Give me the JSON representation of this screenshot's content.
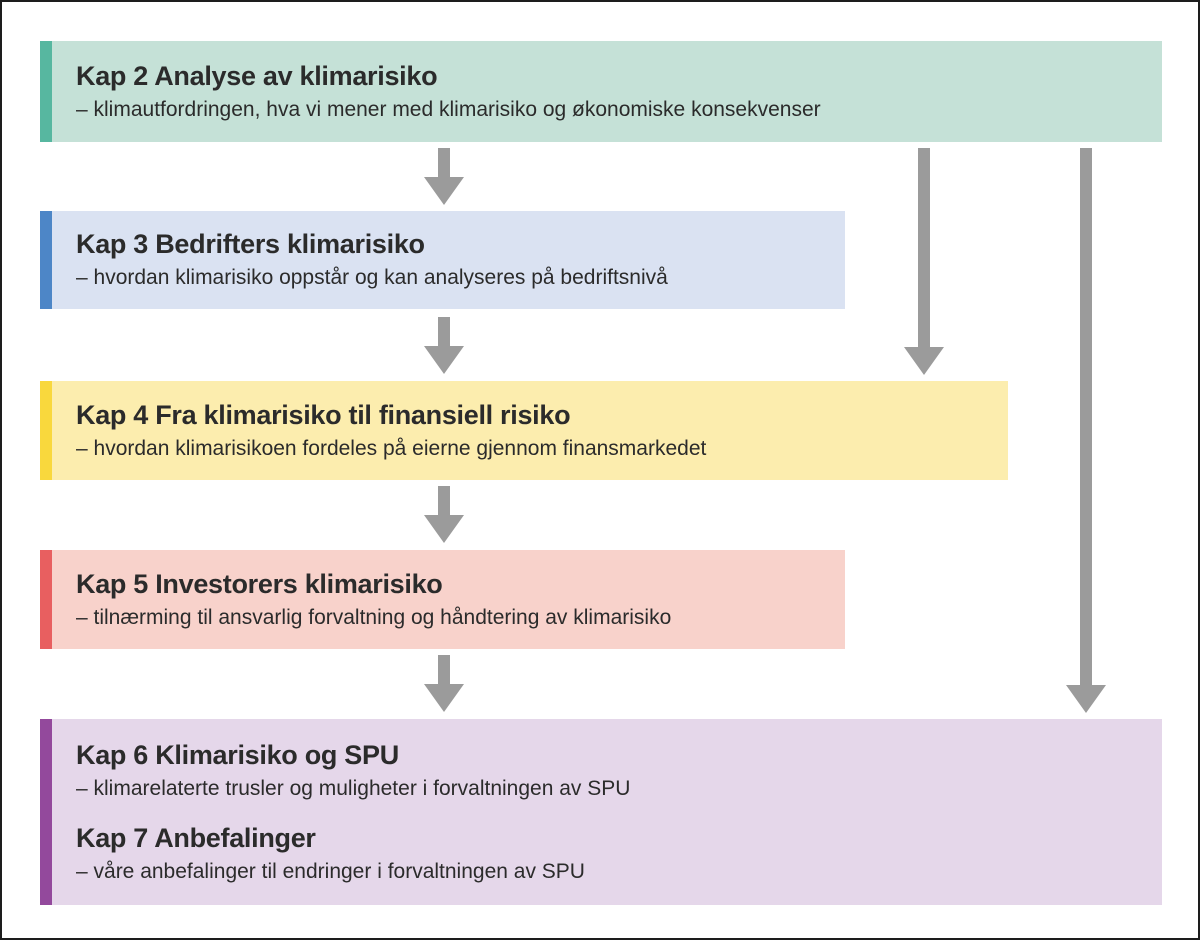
{
  "figure": {
    "language": "no",
    "description_names": {
      "kind": "chapter-overview-flow-diagram"
    },
    "colors": {
      "frame_border": "#1d1d1d",
      "background": "#ffffff",
      "text": "#2b2b2b",
      "arrow": "#9b9b9b"
    },
    "arrows": {
      "color": "#9b9b9b"
    },
    "boxes": [
      {
        "name": "kap-2",
        "fill": "#c5e1d7",
        "accent": "#57b7a0",
        "sections": [
          {
            "title": "Kap 2 Analyse av klimarisiko",
            "subtitle": "– klimautfordringen, hva vi mener med klimarisiko og økonomiske konsekvenser"
          }
        ]
      },
      {
        "name": "kap-3",
        "fill": "#dae2f2",
        "accent": "#4d86c7",
        "sections": [
          {
            "title": "Kap 3 Bedrifters klimarisiko",
            "subtitle": "– hvordan klimarisiko oppstår og kan analyseres på bedriftsnivå"
          }
        ]
      },
      {
        "name": "kap-4",
        "fill": "#fcedae",
        "accent": "#f9d83d",
        "sections": [
          {
            "title": "Kap 4 Fra klimarisiko til finansiell risiko",
            "subtitle": "– hvordan klimarisikoen fordeles på eierne gjennom finansmarkedet"
          }
        ]
      },
      {
        "name": "kap-5",
        "fill": "#f8d2cb",
        "accent": "#e85f60",
        "sections": [
          {
            "title": "Kap 5 Investorers klimarisiko",
            "subtitle": "– tilnærming til ansvarlig forvaltning og håndtering av klimarisiko"
          }
        ]
      },
      {
        "name": "kap-6-7",
        "fill": "#e5d7ea",
        "accent": "#93499c",
        "sections": [
          {
            "title": "Kap 6 Klimarisiko og SPU",
            "subtitle": "– klimarelaterte trusler og muligheter i forvaltningen av SPU"
          },
          {
            "title": "Kap 7 Anbefalinger",
            "subtitle": "– våre anbefalinger til endringer i forvaltningen av SPU"
          }
        ]
      }
    ]
  }
}
